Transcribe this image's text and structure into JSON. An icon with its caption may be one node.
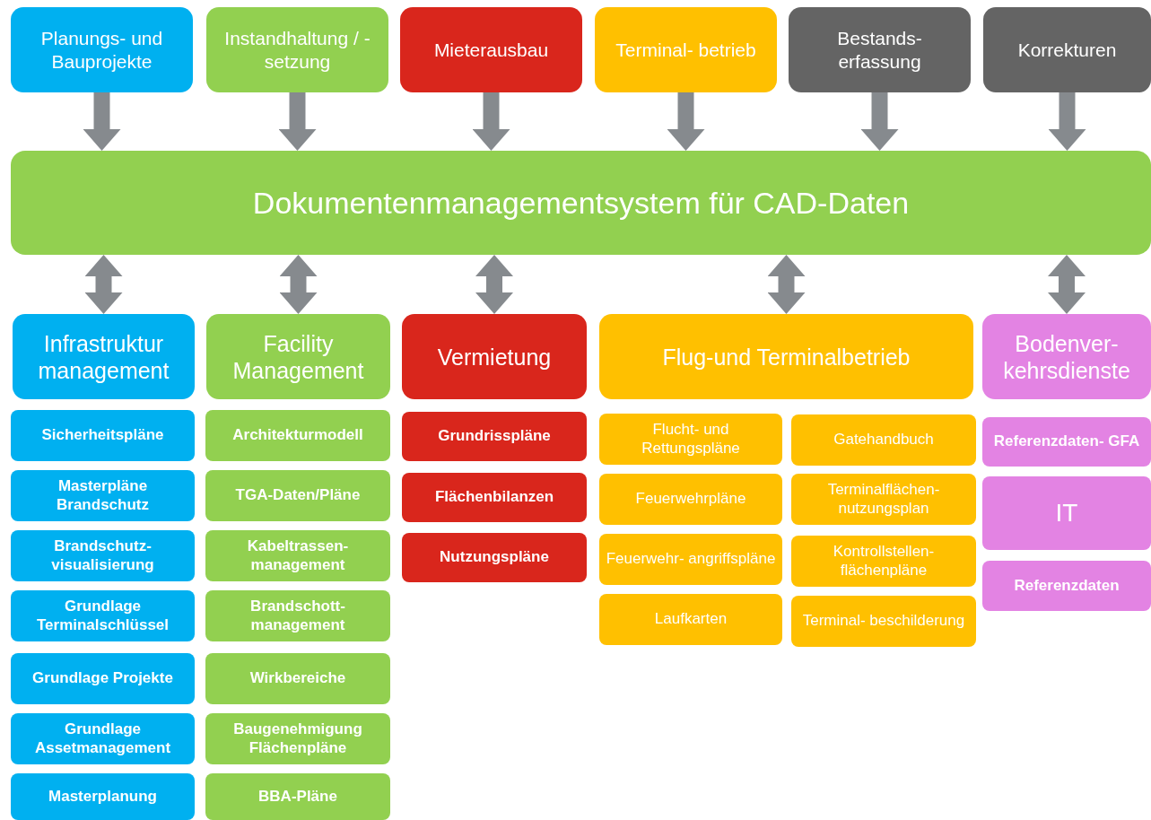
{
  "diagram": {
    "nodes": [
      {
        "text": [
          "Planungs- und Bauprojekte"
        ]
      },
      {
        "text": [
          "Instandhaltung / -setzung"
        ]
      },
      {
        "text": [
          "Mieterausbau"
        ]
      },
      {
        "text": [
          "Terminal- betrieb"
        ]
      },
      {
        "text": [
          "Bestands- erfassung"
        ]
      },
      {
        "text": [
          "Korrekturen"
        ]
      },
      {
        "text": [
          "Dokumentenmanagementsystem für CAD-Daten"
        ]
      },
      {
        "text": [
          "Infrastruktur management"
        ]
      },
      {
        "text": [
          "Facility Management"
        ]
      },
      {
        "text": [
          "Vermietung"
        ]
      },
      {
        "text": [
          "Flug-und Terminalbetrieb"
        ]
      },
      {
        "text": [
          "Bodenver- kehrsdienste"
        ]
      },
      {
        "text": [
          "Sicherheitspläne"
        ]
      },
      {
        "text": [
          "Masterpläne Brandschutz"
        ]
      },
      {
        "text": [
          "Brandschutz- visualisierung"
        ]
      },
      {
        "text": [
          "Grundlage Terminalschlüssel"
        ]
      },
      {
        "text": [
          "Grundlage Projekte"
        ]
      },
      {
        "text": [
          "Grundlage Assetmanagement"
        ]
      },
      {
        "text": [
          "Masterplanung"
        ]
      },
      {
        "text": [
          "Architekturmodell"
        ]
      },
      {
        "text": [
          "TGA-Daten/Pläne"
        ]
      },
      {
        "text": [
          "Kabeltrassen- management"
        ]
      },
      {
        "text": [
          "Brandschott- management"
        ]
      },
      {
        "text": [
          "Wirkbereiche"
        ]
      },
      {
        "text": [
          "Baugenehmigung Flächenpläne"
        ]
      },
      {
        "text": [
          "BBA-Pläne"
        ]
      },
      {
        "text": [
          "Grundrisspläne"
        ]
      },
      {
        "text": [
          "Flächenbilanzen"
        ]
      },
      {
        "text": [
          "Nutzungspläne"
        ]
      },
      {
        "text": [
          "Flucht- und Rettungspläne"
        ]
      },
      {
        "text": [
          "Feuerwehrpläne"
        ]
      },
      {
        "text": [
          "Feuerwehr- angriffspläne"
        ]
      },
      {
        "text": [
          "Laufkarten"
        ]
      },
      {
        "text": [
          "Gatehandbuch"
        ]
      },
      {
        "text": [
          "Terminalflächen- nutzungsplan"
        ]
      },
      {
        "text": [
          "Kontrollstellen- flächenpläne"
        ]
      },
      {
        "text": [
          "Terminal- beschilderung"
        ]
      },
      {
        "text": [
          "Referenzdaten- GFA"
        ]
      },
      {
        "text": [
          "IT"
        ]
      },
      {
        "text": [
          "Referenzdaten"
        ]
      }
    ],
    "edges": [
      {
        "from": 0,
        "to": 6,
        "arrow": "to"
      },
      {
        "from": 1,
        "to": 6,
        "arrow": "to"
      },
      {
        "from": 2,
        "to": 6,
        "arrow": "to"
      },
      {
        "from": 3,
        "to": 6,
        "arrow": "to"
      },
      {
        "from": 4,
        "to": 6,
        "arrow": "to"
      },
      {
        "from": 5,
        "to": 6,
        "arrow": "to"
      },
      {
        "from": 6,
        "to": 7,
        "arrow": "both"
      },
      {
        "from": 6,
        "to": 8,
        "arrow": "both"
      },
      {
        "from": 6,
        "to": 9,
        "arrow": "both"
      },
      {
        "from": 6,
        "to": 10,
        "arrow": "both"
      },
      {
        "from": 6,
        "to": 11,
        "arrow": "both"
      }
    ]
  }
}
